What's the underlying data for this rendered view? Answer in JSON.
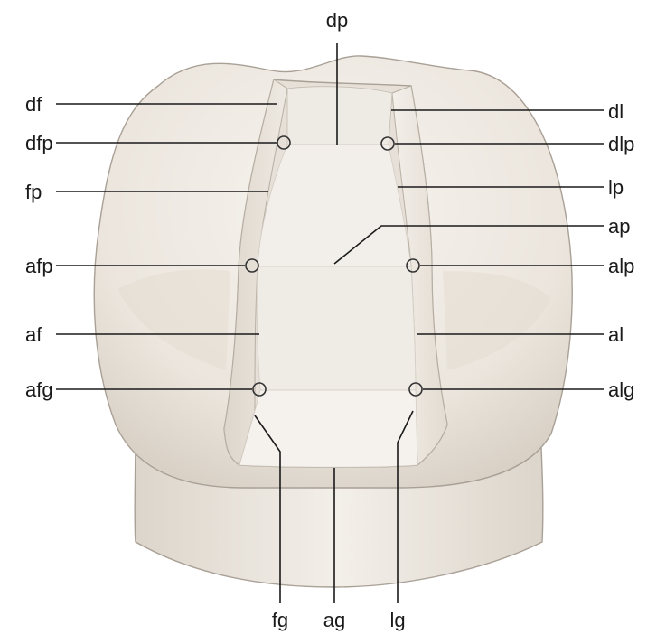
{
  "labels": {
    "dp": "dp",
    "df": "df",
    "dl": "dl",
    "dfp": "dfp",
    "dlp": "dlp",
    "fp": "fp",
    "lp": "lp",
    "ap": "ap",
    "afp": "afp",
    "alp": "alp",
    "af": "af",
    "al": "al",
    "afg": "afg",
    "alg": "alg",
    "fg": "fg",
    "ag": "ag",
    "lg": "lg"
  },
  "colors": {
    "tooth": "#ede8e1",
    "tooth_shadow": "#ddd5cb",
    "prep_wall": "#e9e4dd",
    "prep_floor": "#f4f1ec",
    "outline": "#a9a096",
    "leader": "#1a1a1a"
  }
}
